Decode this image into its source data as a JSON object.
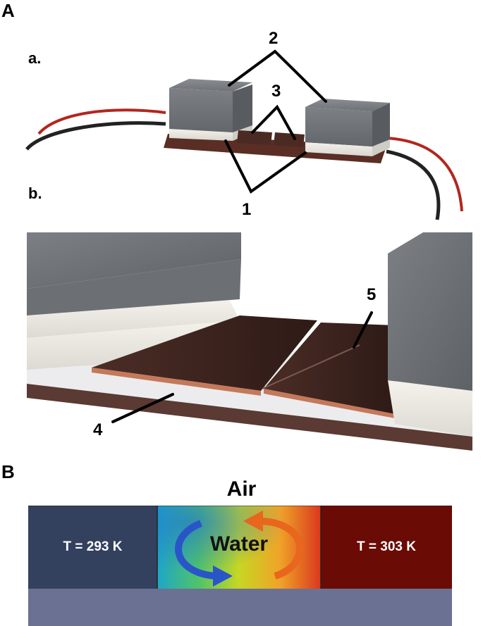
{
  "panels": {
    "a_label": "A",
    "b_label": "B"
  },
  "panel_a": {
    "sub_a": "a.",
    "sub_b": "b.",
    "callouts": {
      "c1": "1",
      "c2": "2",
      "c3": "3",
      "c4": "4",
      "c5": "5"
    }
  },
  "panel_b": {
    "air_label": "Air",
    "left_block": "T = 293 K",
    "right_block": "T = 303 K",
    "center_label": "Water"
  },
  "colors": {
    "left_block": "#33415f",
    "right_block": "#6a0b05",
    "base": "#6b7192",
    "peltier_top": "#6f7377",
    "copper": "#4a2a22"
  }
}
